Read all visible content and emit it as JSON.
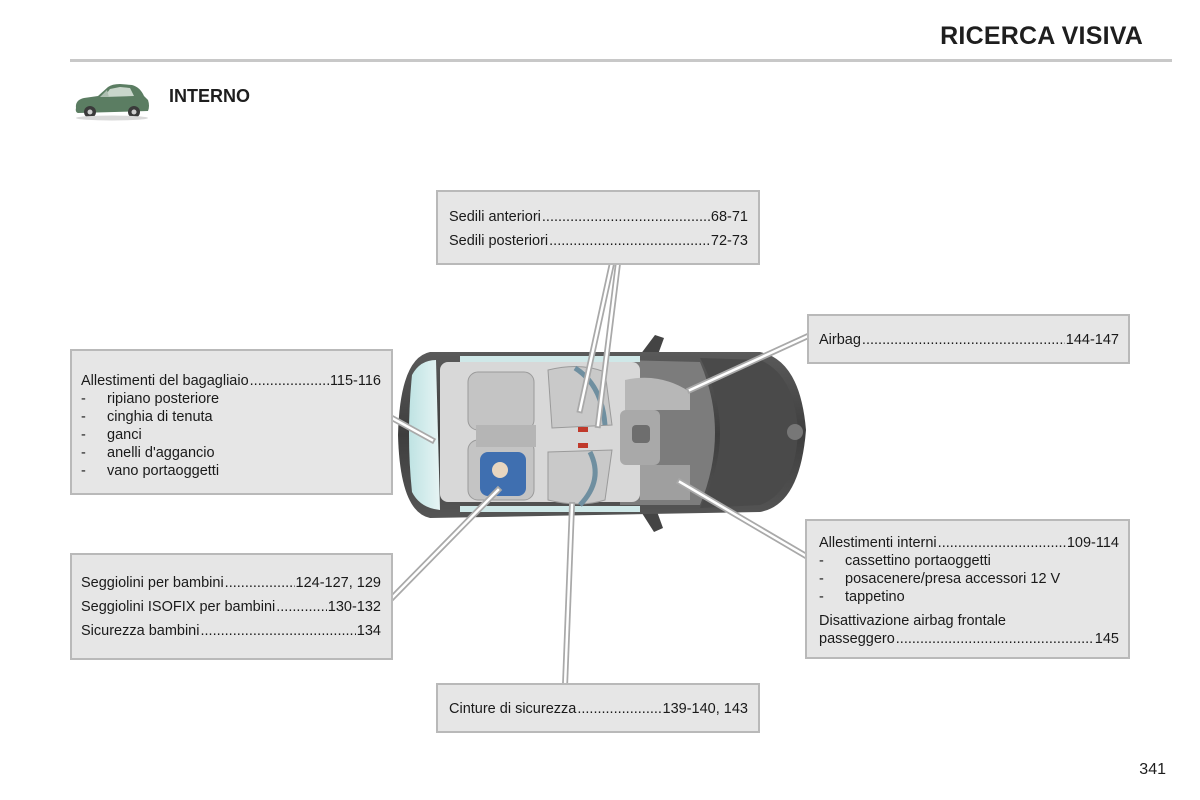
{
  "header": {
    "title": "RICERCA VISIVA"
  },
  "section": {
    "title": "INTERNO",
    "icon": "car-hatchback-icon"
  },
  "callouts": {
    "seats": {
      "items": [
        {
          "label": "Sedili anteriori",
          "pages": "68-71"
        },
        {
          "label": "Sedili posteriori",
          "pages": "72-73"
        }
      ]
    },
    "airbag": {
      "items": [
        {
          "label": "Airbag",
          "pages": "144-147"
        }
      ]
    },
    "boot": {
      "main": {
        "label": "Allestimenti del bagagliaio",
        "pages": "115-116"
      },
      "subs": [
        "ripiano posteriore",
        "cinghia di tenuta",
        "ganci",
        "anelli d'aggancio",
        "vano portaoggetti"
      ]
    },
    "child": {
      "items": [
        {
          "label": "Seggiolini per bambini",
          "pages": "124-127, 129"
        },
        {
          "label": "Seggiolini ISOFIX per bambini",
          "pages": "130-132"
        },
        {
          "label": "Sicurezza bambini",
          "pages": "134"
        }
      ]
    },
    "interior": {
      "main": {
        "label": "Allestimenti interni",
        "pages": "109-114"
      },
      "subs": [
        "cassettino portaoggetti",
        "posacenere/presa accessori 12 V",
        "tappetino"
      ],
      "airbag_off_line1": "Disattivazione airbag frontale",
      "airbag_off": {
        "label": "passeggero",
        "pages": "145"
      }
    },
    "belts": {
      "items": [
        {
          "label": "Cinture di sicurezza",
          "pages": "139-140, 143"
        }
      ]
    }
  },
  "dash": "-",
  "footer": {
    "page_number": "341"
  },
  "colors": {
    "box_fill": "#e6e6e6",
    "box_border": "#b9b9b9",
    "rule": "#c8c8c8",
    "car_icon": "#5b7d62"
  }
}
